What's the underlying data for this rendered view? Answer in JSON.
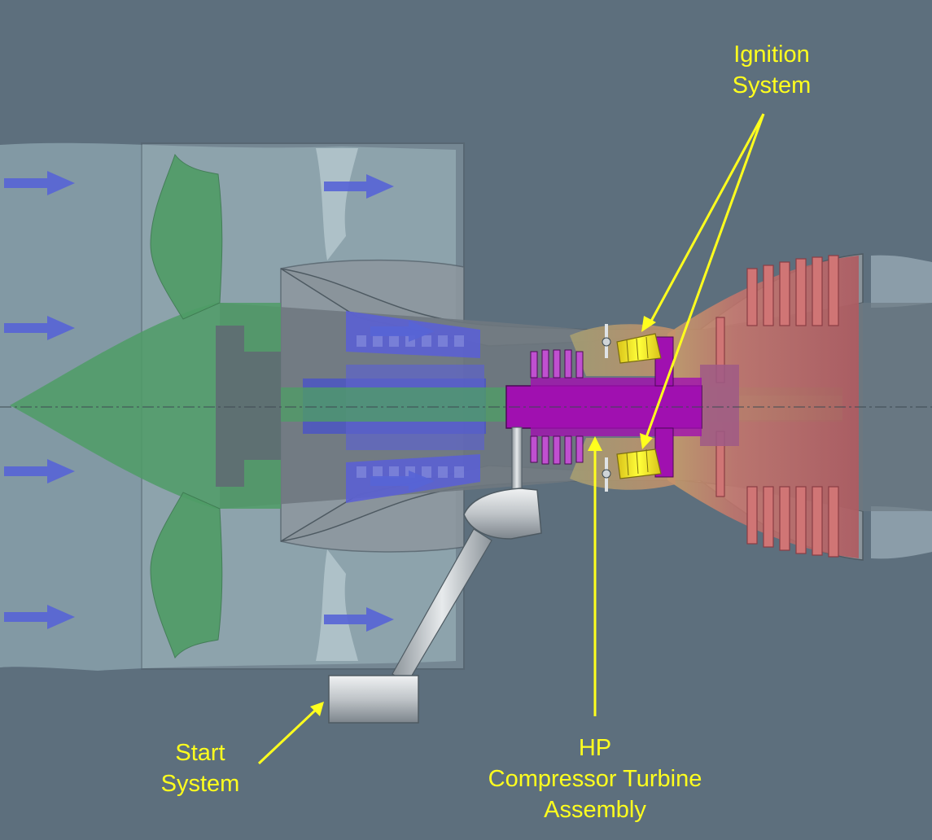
{
  "labels": {
    "ignition": {
      "line1": "Ignition",
      "line2": "System"
    },
    "start": {
      "line1": "Start",
      "line2": "System"
    },
    "hp": {
      "line1": "HP",
      "line2": "Compressor Turbine",
      "line3": "Assembly"
    }
  },
  "colors": {
    "background": "#5d6f7d",
    "callout": "#ffff1e",
    "fan": "#4f9c66",
    "hp_spool": "#a010b0",
    "lp_compressor": "#5a5fd8",
    "turbine": "#c86a6a",
    "starter": "#b9bec2"
  }
}
